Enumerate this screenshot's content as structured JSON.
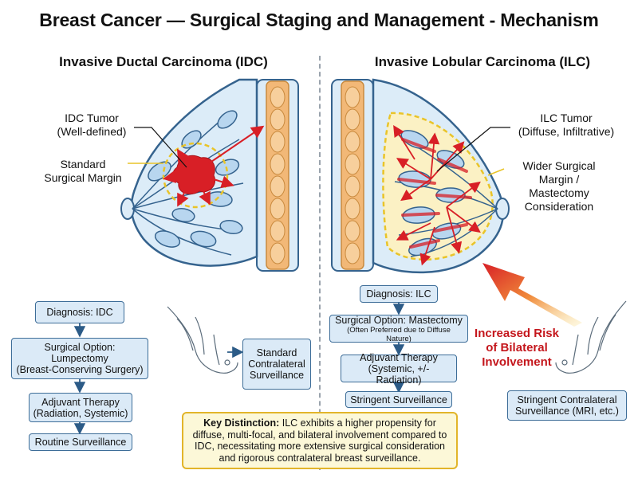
{
  "title": "Breast Cancer — Surgical Staging and Management - Mechanism",
  "left": {
    "heading": "Invasive Ductal Carcinoma (IDC)",
    "tumor_label": [
      "IDC Tumor",
      "(Well-defined)"
    ],
    "margin_label": [
      "Standard",
      "Surgical Margin"
    ],
    "flow": {
      "diagnosis": "Diagnosis: IDC",
      "surgical": [
        "Surgical Option:",
        "Lumpectomy",
        "(Breast-Conserving Surgery)"
      ],
      "adjuvant": [
        "Adjuvant Therapy",
        "(Radiation, Systemic)"
      ],
      "surveillance": "Routine Surveillance"
    },
    "contralateral": [
      "Standard",
      "Contralateral",
      "Surveillance"
    ]
  },
  "right": {
    "heading": "Invasive Lobular Carcinoma (ILC)",
    "tumor_label": [
      "ILC Tumor",
      "(Diffuse, Infiltrative)"
    ],
    "margin_label": [
      "Wider Surgical",
      "Margin /",
      "Mastectomy",
      "Consideration"
    ],
    "flow": {
      "diagnosis": "Diagnosis: ILC",
      "surgical_main": "Surgical Option: Mastectomy",
      "surgical_note": "(Often Preferred due to Diffuse Nature)",
      "adjuvant": [
        "Adjuvant Therapy",
        "(Systemic, +/- Radiation)"
      ],
      "surveillance": "Stringent Surveillance"
    },
    "risk": [
      "Increased Risk",
      "of Bilateral",
      "Involvement"
    ],
    "contralateral": [
      "Stringent Contralateral",
      "Surveillance (MRI, etc.)"
    ]
  },
  "key": {
    "lead": "Key Distinction:",
    "text": " ILC exhibits a higher propensity for diffuse, multi-focal, and bilateral involvement compared to IDC, necessitating more extensive surgical consideration and rigorous contralateral breast surveillance."
  },
  "colors": {
    "tissue": "#dcecf8",
    "outline": "#35638e",
    "tumor": "#d81f26",
    "margin": "#e9c429",
    "ilc_fill": "#fbf1c4",
    "rib": "#f2b877",
    "box": "#dbeaf7",
    "risk": "#c4161c"
  }
}
